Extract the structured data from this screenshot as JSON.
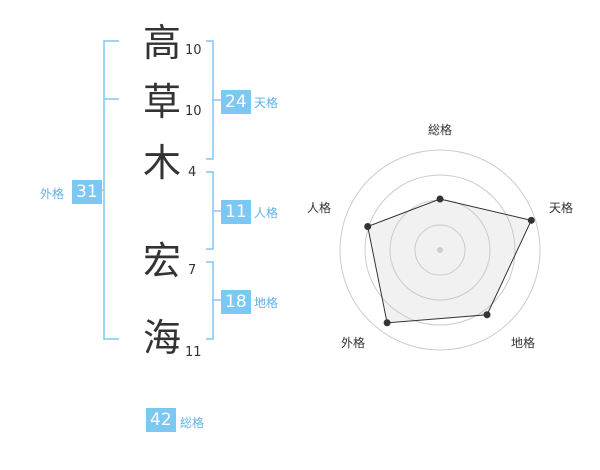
{
  "colors": {
    "accent": "#7cc8f3",
    "badge_label": "#5db2e6",
    "text": "#333333"
  },
  "name_chars": [
    {
      "char": "高",
      "strokes": "10"
    },
    {
      "char": "草",
      "strokes": "10"
    },
    {
      "char": "木",
      "strokes": "4"
    },
    {
      "char": "宏",
      "strokes": "7"
    },
    {
      "char": "海",
      "strokes": "11"
    }
  ],
  "kakusu": {
    "tenkaku": {
      "value": "24",
      "label": "天格"
    },
    "jinkaku": {
      "value": "11",
      "label": "人格"
    },
    "chikaku": {
      "value": "18",
      "label": "地格"
    },
    "gaikaku": {
      "value": "31",
      "label": "外格"
    },
    "soukaku": {
      "value": "42",
      "label": "総格"
    }
  },
  "chart_data": {
    "type": "radar",
    "axes": [
      "総格",
      "天格",
      "地格",
      "外格",
      "人格"
    ],
    "values": [
      0.51,
      0.96,
      0.8,
      0.9,
      0.76
    ],
    "rings": 4,
    "range": [
      0,
      1
    ]
  }
}
